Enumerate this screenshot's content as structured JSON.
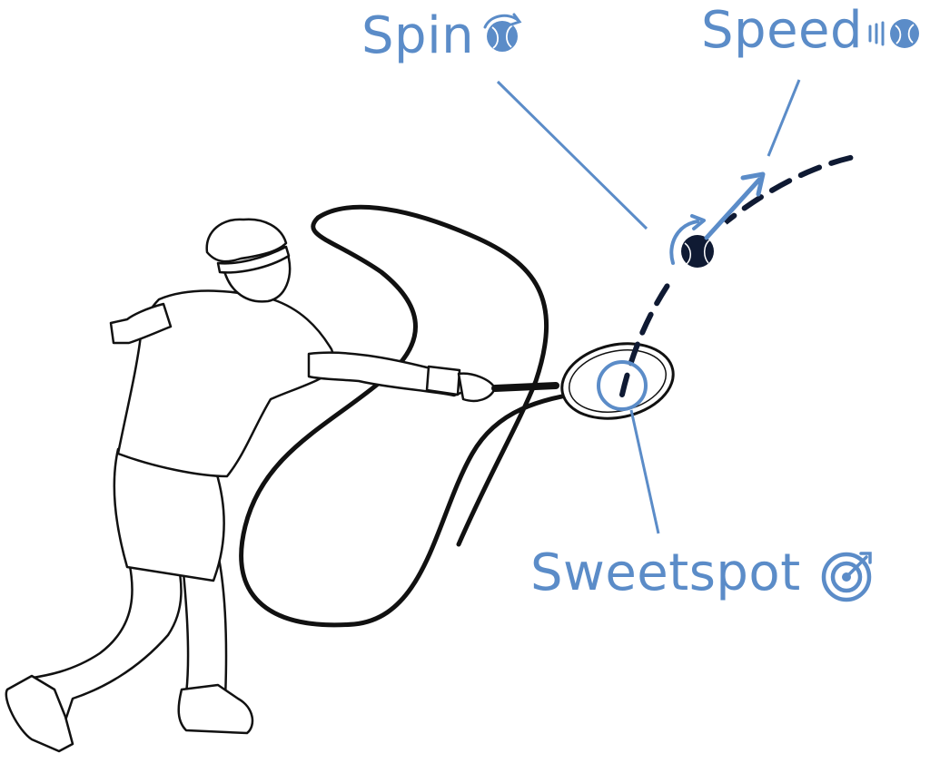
{
  "labels": {
    "spin": "Spin",
    "speed": "Speed",
    "sweetspot": "Sweetspot"
  },
  "icons": {
    "spin": "tennis-ball-spin-icon",
    "speed": "tennis-ball-speed-icon",
    "sweetspot": "target-icon"
  },
  "colors": {
    "accent": "#5b8cc8",
    "ink": "#111111",
    "ball": "#0f1a33",
    "trajectory": "#0f1a33"
  }
}
